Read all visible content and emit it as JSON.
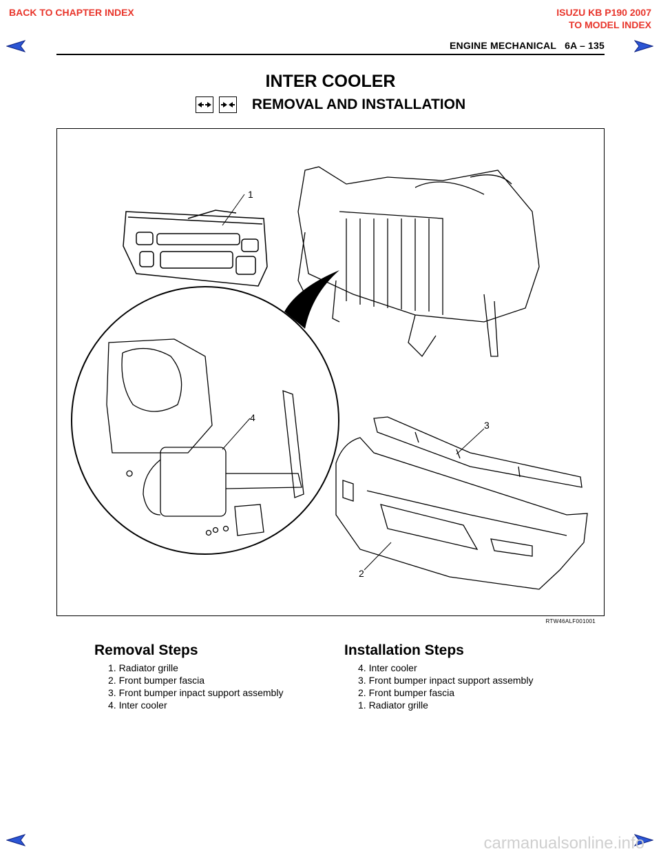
{
  "nav": {
    "back_chapter": "BACK TO CHAPTER INDEX",
    "model_title": "ISUZU KB P190 2007",
    "to_model_index": "TO MODEL INDEX",
    "arrow_icon_color": "#2b55d4"
  },
  "header": {
    "running_title": "ENGINE MECHANICAL   6A – 135"
  },
  "page": {
    "title": "INTER COOLER",
    "subtitle": "REMOVAL AND INSTALLATION",
    "procedure_icons": [
      "removal-arrows-icon",
      "installation-arrows-icon"
    ]
  },
  "figure": {
    "callouts": [
      "1",
      "2",
      "3",
      "4"
    ],
    "code": "RTW46ALF001001"
  },
  "removal": {
    "heading": "Removal Steps",
    "steps": [
      "1. Radiator grille",
      "2. Front bumper fascia",
      "3. Front bumper inpact support assembly",
      "4. Inter cooler"
    ]
  },
  "installation": {
    "heading": "Installation Steps",
    "steps": [
      "4. Inter cooler",
      "3. Front bumper inpact support assembly",
      "2. Front bumper fascia",
      "1. Radiator grille"
    ]
  },
  "footer": {
    "watermark": "carmanualsonline.info"
  }
}
